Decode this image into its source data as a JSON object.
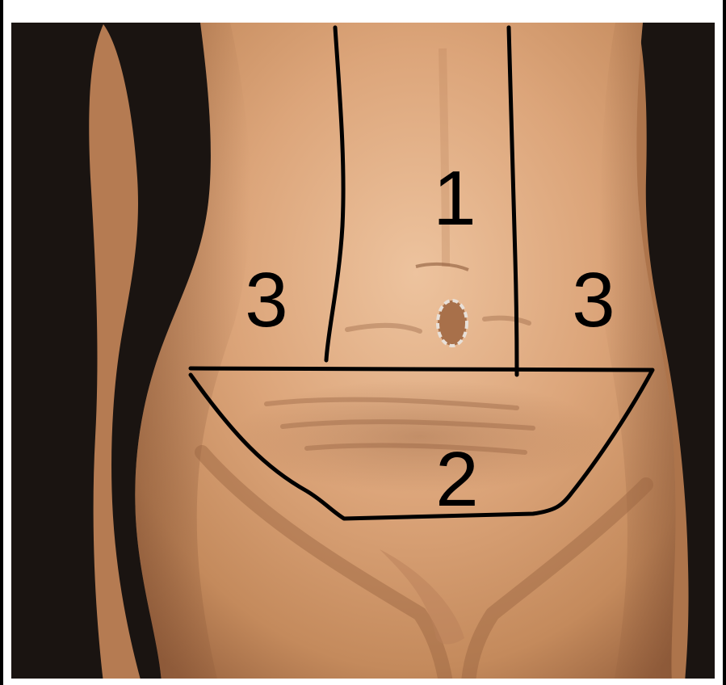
{
  "figure": {
    "zone_labels": {
      "upper_central": "1",
      "lower_central": "2",
      "left_flank": "3",
      "right_flank": "3"
    }
  },
  "colors": {
    "frame": "#000000",
    "background": "#1a1411",
    "skin_light": "#e6b48c",
    "skin_mid": "#c98d5f",
    "skin_shadow": "#8a5534",
    "outline": "#000000",
    "navel_ring": "#e8e0d8",
    "text": "#000000"
  },
  "icons": {
    "navel": "navel-marker"
  }
}
